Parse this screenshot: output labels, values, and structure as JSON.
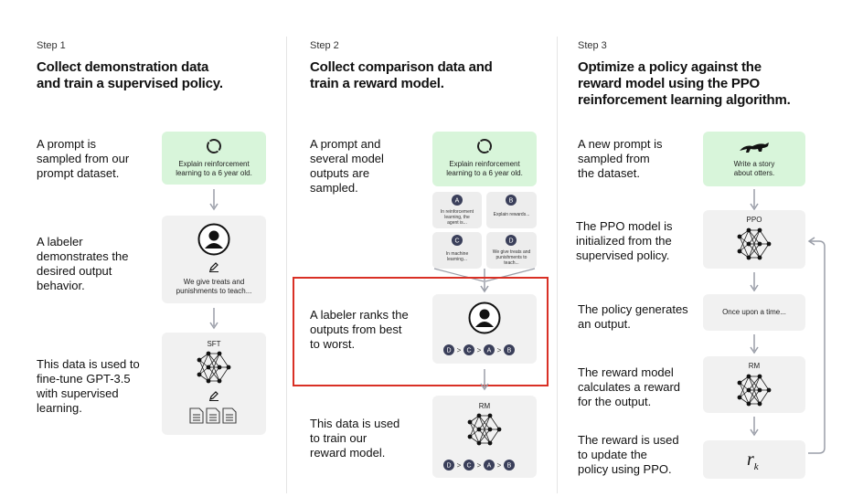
{
  "step1": {
    "label": "Step 1",
    "title_line1": "Collect demonstration data",
    "title_line2": "and train a supervised policy.",
    "row1_desc": [
      "A prompt is",
      "sampled from our",
      "prompt dataset."
    ],
    "row1_box": [
      "Explain reinforcement",
      "learning to a 6 year old."
    ],
    "row2_desc": [
      "A labeler",
      "demonstrates the",
      "desired output",
      "behavior."
    ],
    "row2_box": [
      "We give treats and",
      "punishments to teach..."
    ],
    "row3_desc": [
      "This data is used to",
      "fine-tune GPT-3.5",
      "with supervised",
      "learning."
    ],
    "row3_box_label": "SFT"
  },
  "step2": {
    "label": "Step 2",
    "title_line1": "Collect comparison data and",
    "title_line2": "train a reward model.",
    "row1_desc": [
      "A prompt and",
      "several model",
      "outputs are",
      "sampled."
    ],
    "row1_box": [
      "Explain reinforcement",
      "learning to a 6 year old."
    ],
    "outputs": [
      {
        "letter": "A",
        "text": [
          "In reinforcement",
          "learning, the",
          "agent is..."
        ]
      },
      {
        "letter": "B",
        "text": [
          "Explain rewards..."
        ]
      },
      {
        "letter": "C",
        "text": [
          "In machine",
          "learning..."
        ]
      },
      {
        "letter": "D",
        "text": [
          "We give treats and",
          "punishments to",
          "teach..."
        ]
      }
    ],
    "row2_desc": [
      "A labeler ranks the",
      "outputs from best",
      "to worst."
    ],
    "ranking": [
      "D",
      "C",
      "A",
      "B"
    ],
    "ranking_sep": ">",
    "row3_desc": [
      "This data is used",
      "to train our",
      "reward model."
    ],
    "row3_box_label": "RM"
  },
  "step3": {
    "label": "Step 3",
    "title_line1": "Optimize a policy against the",
    "title_line2": "reward model using the PPO",
    "title_line3": "reinforcement learning algorithm.",
    "row1_desc": [
      "A new prompt is",
      "sampled from",
      "the dataset."
    ],
    "row1_box": [
      "Write a story",
      "about otters."
    ],
    "row2_desc": [
      "The PPO model is",
      "initialized from the",
      "supervised policy."
    ],
    "row2_box_label": "PPO",
    "row3_desc": [
      "The policy generates",
      "an output."
    ],
    "row3_box": "Once upon a time...",
    "row4_desc": [
      "The reward model",
      "calculates a reward",
      "for the output."
    ],
    "row4_box_label": "RM",
    "row5_desc": [
      "The reward is used",
      "to update the",
      "policy using PPO."
    ],
    "reward_symbol": "r",
    "reward_sub": "k"
  },
  "colors": {
    "green_box": "#d8f5da",
    "gray_box": "#f1f1f1",
    "highlight": "#d93025",
    "arrow": "#9a9ea8"
  }
}
